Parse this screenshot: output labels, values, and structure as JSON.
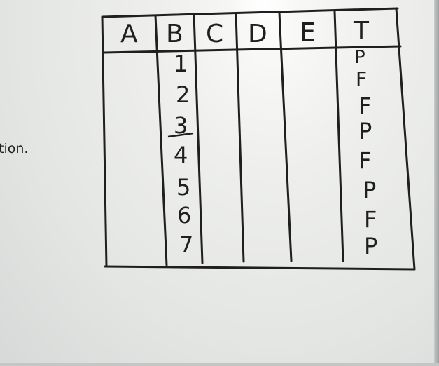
{
  "fragment": "tion.",
  "columns": [
    "A",
    "B",
    "C",
    "D",
    "E",
    "T"
  ],
  "column_B_values": [
    "1",
    "2",
    "3",
    "4",
    "5",
    "6",
    "7"
  ],
  "column_T_values": [
    "P",
    "F",
    "F",
    "P",
    "F",
    "P",
    "F",
    "P"
  ],
  "ink_color": "#1f1f1f"
}
